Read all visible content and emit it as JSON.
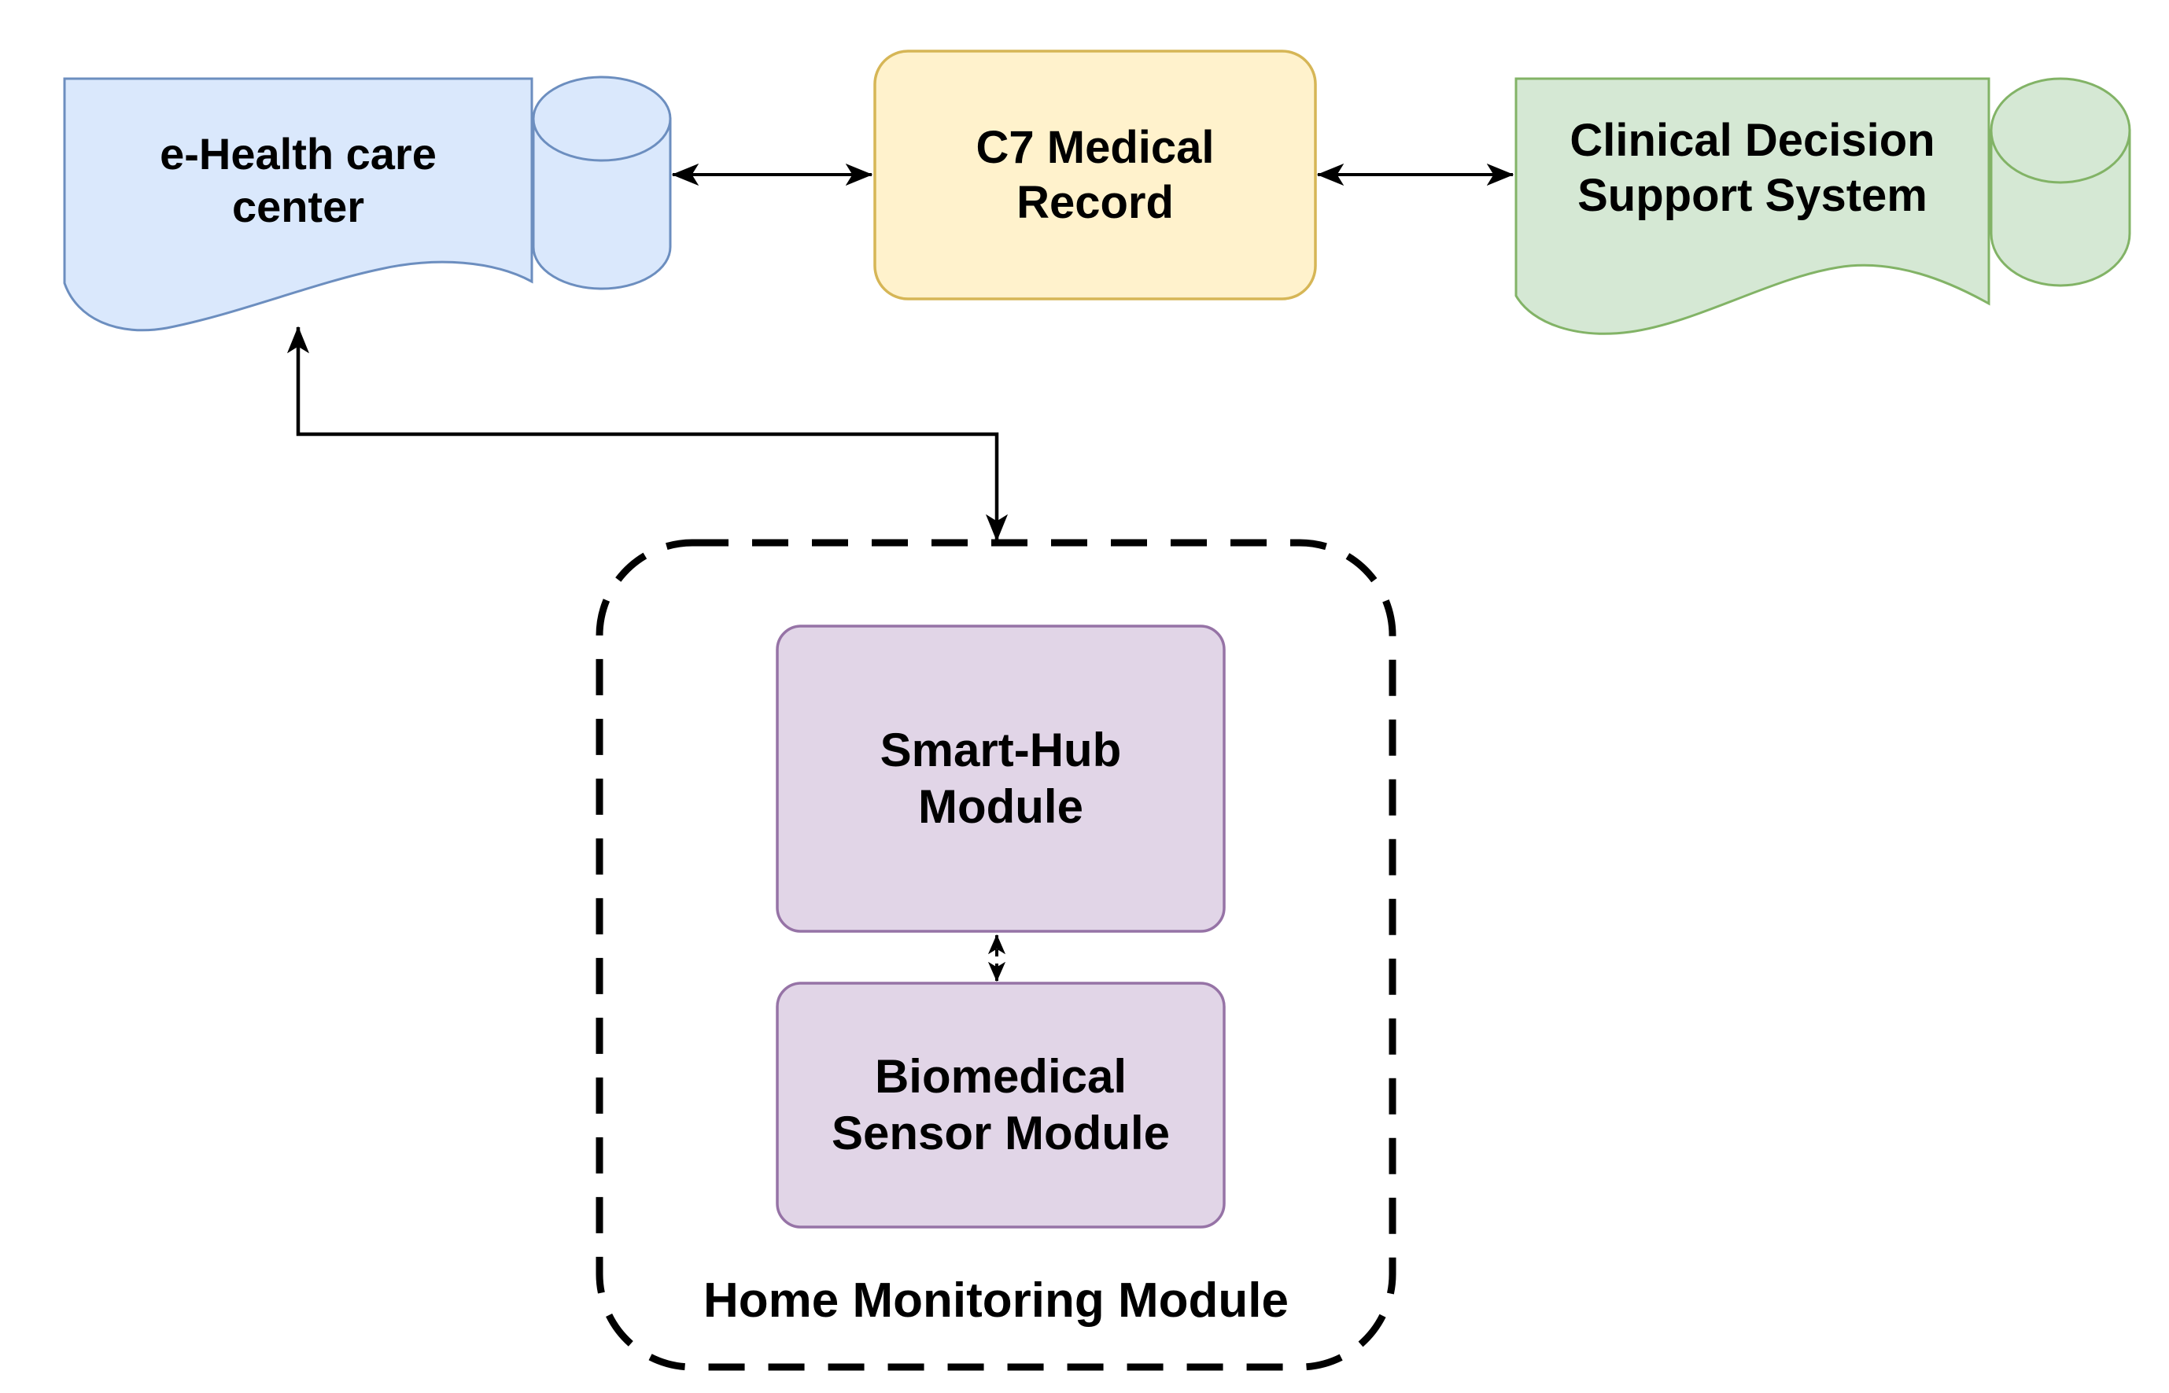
{
  "figure": {
    "background": "#ffffff",
    "nodes": {
      "ehealth": {
        "label": "e-Health care\ncenter",
        "shape": "document-with-database-cylinder",
        "fill": "#dae8fc",
        "stroke": "#6c8ebf"
      },
      "medical_record": {
        "label": "C7 Medical\nRecord",
        "shape": "rounded-rectangle",
        "fill": "#fff2cc",
        "stroke": "#d6b656"
      },
      "cdss": {
        "label": "Clinical Decision\nSupport System",
        "shape": "document-with-database-cylinder",
        "fill": "#d5e8d4",
        "stroke": "#82b366"
      },
      "smart_hub": {
        "label": "Smart-Hub\nModule",
        "shape": "rounded-rectangle",
        "fill": "#e1d5e7",
        "stroke": "#9673a6"
      },
      "biomedical_sensor": {
        "label": "Biomedical\nSensor Module",
        "shape": "rounded-rectangle",
        "fill": "#e1d5e7",
        "stroke": "#9673a6"
      },
      "home_monitoring": {
        "label": "Home Monitoring Module",
        "shape": "dashed-rounded-container",
        "stroke": "#000000"
      }
    },
    "edges": [
      {
        "from": "ehealth",
        "to": "medical_record",
        "line": "solid",
        "arrows": "both"
      },
      {
        "from": "medical_record",
        "to": "cdss",
        "line": "solid",
        "arrows": "both"
      },
      {
        "from": "home_monitoring",
        "to": "ehealth",
        "line": "solid-elbow",
        "arrows": "both"
      },
      {
        "from": "smart_hub",
        "to": "biomedical_sensor",
        "line": "dashed",
        "arrows": "both"
      }
    ],
    "edge_color": "#000000"
  }
}
